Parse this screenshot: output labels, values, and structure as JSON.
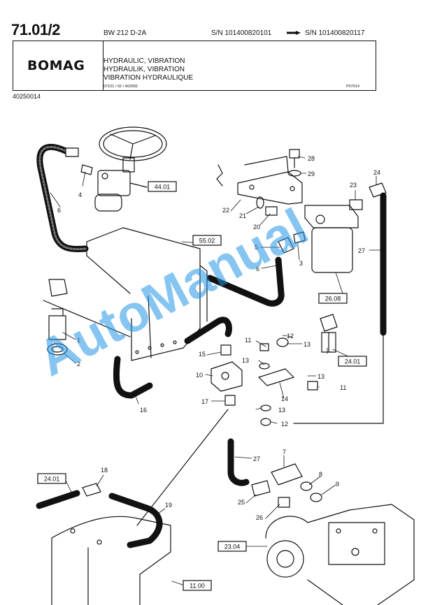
{
  "header": {
    "page_number": "71.01/2",
    "model": "BW 212 D-2A",
    "serial_from": "S/N 101400820101",
    "serial_to": "S/N 101400820117",
    "brand": "BOMAG",
    "titles": [
      "HYDRAULIC, VIBRATION",
      "HYDRAULIK, VIBRATION",
      "VIBRATION HYDRAULIQUE"
    ],
    "doc_code": "07101 / 02 / 402002",
    "ref_code": "P07014",
    "catalog_number": "40250014"
  },
  "reference_boxes": {
    "r44_01": "44.01",
    "r55_02": "55.02",
    "r26_08": "26.08",
    "r24_01_right": "24.01",
    "r24_01_left": "24.01",
    "r23_04": "23.04",
    "r11_00": "11.00"
  },
  "callouts": {
    "c1": "1",
    "c2": "2",
    "c3": "3",
    "c4": "4",
    "c5": "5",
    "c6a": "6",
    "c6b": "6",
    "c7": "7",
    "c8": "8",
    "c9": "9",
    "c10": "10",
    "c11a": "11",
    "c11b": "11",
    "c12a": "12",
    "c12b": "12",
    "c13a": "13",
    "c13b": "13",
    "c13c": "13",
    "c13d": "13",
    "c14": "14",
    "c15": "15",
    "c16": "16",
    "c17": "17",
    "c18": "18",
    "c19": "19",
    "c20": "20",
    "c21": "21",
    "c22": "22",
    "c23": "23",
    "c24": "24",
    "c25": "25",
    "c26": "26",
    "c27a": "27",
    "c27b": "27",
    "c28": "28",
    "c29": "29"
  },
  "watermark": "AutoManual",
  "colors": {
    "ink": "#111111",
    "watermark": "#2396e6"
  }
}
